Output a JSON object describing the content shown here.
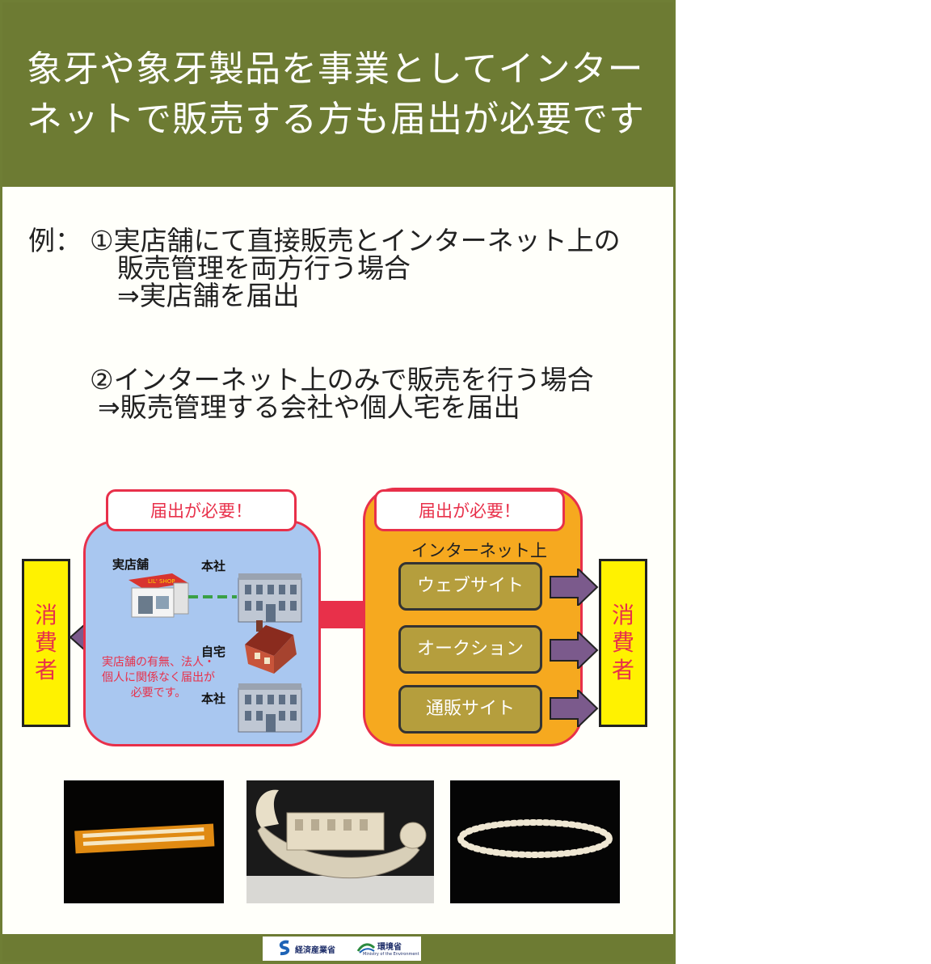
{
  "title_line1": "象牙や象牙製品を事業としてインター",
  "title_line2": "ネットで販売する方も届出が必要です",
  "examples": {
    "prefix": "例：",
    "ex1_line1": "①実店舗にて直接販売とインターネット上の",
    "ex1_line2": "販売管理を両方行う場合",
    "ex1_line3": "⇒実店舗を届出",
    "ex2_line1": "②インターネット上のみで販売を行う場合",
    "ex2_line2": "⇒販売管理する会社や個人宅を届出"
  },
  "diagram": {
    "badge_left": "届出が必要！",
    "badge_right": "届出が必要！",
    "store_label": "実店舗",
    "hq_label_top": "本社",
    "home_label": "自宅",
    "hq_label_bottom": "本社",
    "shop_sign": "LIL' SHOP",
    "note": "実店舗の有無、法人・個人に関係なく届出が必要です。",
    "internet_label": "インターネット上",
    "services": [
      "ウェブサイト",
      "オークション",
      "通販サイト"
    ],
    "consumer_left": [
      "消",
      "費",
      "者"
    ],
    "consumer_right": [
      "消",
      "費",
      "者"
    ]
  },
  "footer": {
    "meti": "経済産業省",
    "moe": "環境省",
    "moe_en": "Ministry of the Environment"
  },
  "colors": {
    "header": "#6d7b33",
    "accent_red": "#e8304a",
    "left_box": "#a9c7f0",
    "right_box": "#f6a91f",
    "consumer": "#fff200",
    "service": "#b59e3d"
  }
}
